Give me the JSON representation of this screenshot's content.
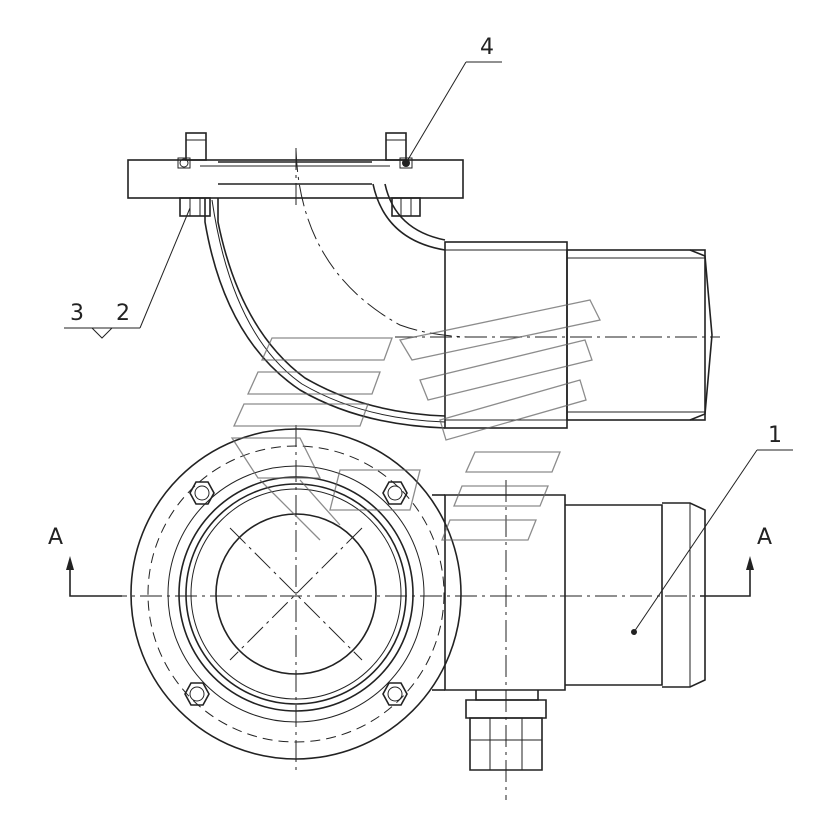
{
  "callouts": {
    "part_1": "1",
    "part_2": "2",
    "part_3": "3",
    "part_4": "4"
  },
  "section": {
    "left_label": "A",
    "right_label": "A"
  },
  "colors": {
    "line": "#222222",
    "background": "#ffffff",
    "watermark": "#666666"
  }
}
